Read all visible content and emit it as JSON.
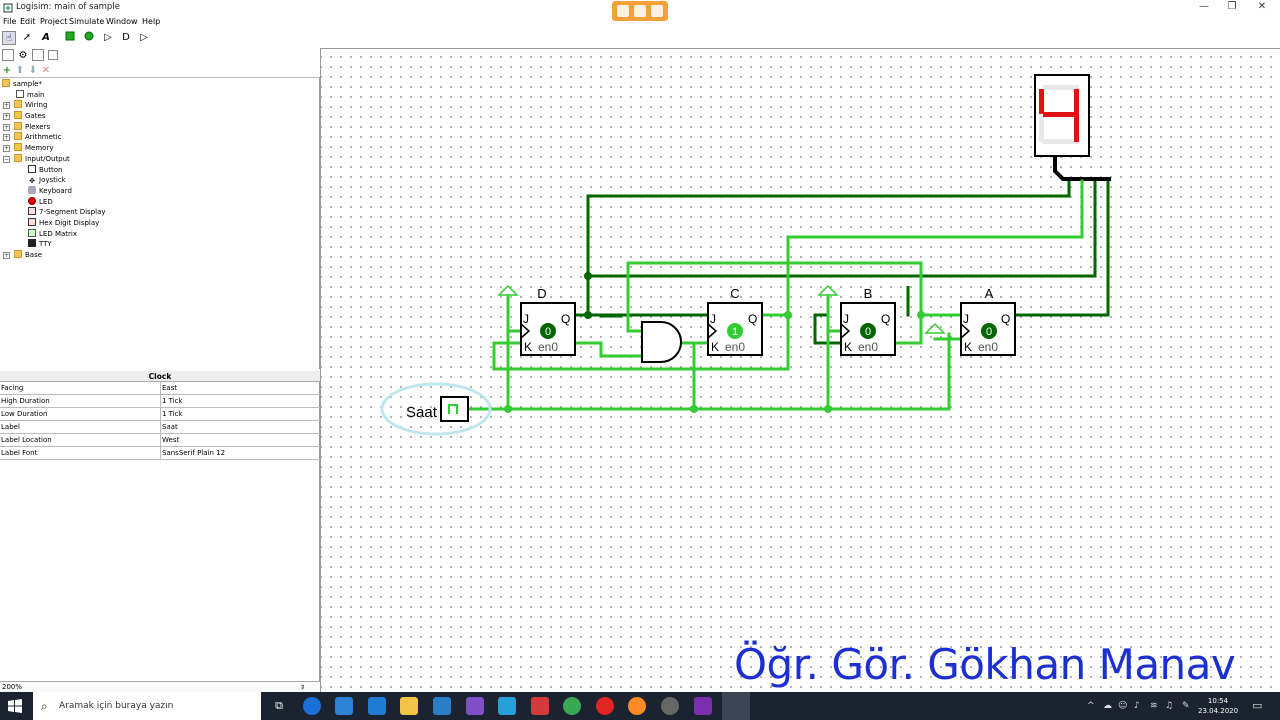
{
  "window": {
    "title": "Logisim: main of sample",
    "minimize": "—",
    "maximize": "❐",
    "close": "✕"
  },
  "menu": [
    "File",
    "Edit",
    "Project",
    "Simulate",
    "Window",
    "Help"
  ],
  "explorer": {
    "project": "sample*",
    "items": [
      {
        "label": "main",
        "icon": "circuit-icon"
      },
      {
        "label": "Wiring",
        "icon": "folder-icon"
      },
      {
        "label": "Gates",
        "icon": "folder-icon"
      },
      {
        "label": "Plexers",
        "icon": "folder-icon"
      },
      {
        "label": "Arithmetic",
        "icon": "folder-icon"
      },
      {
        "label": "Memory",
        "icon": "folder-icon"
      },
      {
        "label": "Input/Output",
        "icon": "folder-icon"
      },
      {
        "label": "Button",
        "icon": "button-icon"
      },
      {
        "label": "Joystick",
        "icon": "joystick-icon"
      },
      {
        "label": "Keyboard",
        "icon": "keyboard-icon"
      },
      {
        "label": "LED",
        "icon": "led-icon"
      },
      {
        "label": "7-Segment Display",
        "icon": "seven-segment-icon"
      },
      {
        "label": "Hex Digit Display",
        "icon": "hex-display-icon"
      },
      {
        "label": "LED Matrix",
        "icon": "led-matrix-icon"
      },
      {
        "label": "TTY",
        "icon": "tty-icon"
      },
      {
        "label": "Base",
        "icon": "folder-icon"
      }
    ]
  },
  "attributes": {
    "header": "Clock",
    "rows": [
      {
        "key": "Facing",
        "value": "East"
      },
      {
        "key": "High Duration",
        "value": "1 Tick"
      },
      {
        "key": "Low Duration",
        "value": "1 Tick"
      },
      {
        "key": "Label",
        "value": "Saat"
      },
      {
        "key": "Label Location",
        "value": "West"
      },
      {
        "key": "Label Font",
        "value": "SansSerif Plain 12"
      }
    ]
  },
  "zoom": "200%",
  "circuit": {
    "clock_label": "Saat",
    "flipflops": [
      {
        "name": "D",
        "state": "0",
        "j": "J",
        "k": "K",
        "q": "Q",
        "en": "en0"
      },
      {
        "name": "C",
        "state": "1",
        "j": "J",
        "k": "K",
        "q": "Q",
        "en": "en0"
      },
      {
        "name": "B",
        "state": "0",
        "j": "J",
        "k": "K",
        "q": "Q",
        "en": "en0"
      },
      {
        "name": "A",
        "state": "0",
        "j": "J",
        "k": "K",
        "q": "Q",
        "en": "en0"
      }
    ],
    "hex_display_value": "4",
    "wire_color_on": "#33cc33",
    "wire_color_off": "#006600",
    "display_color": "#e01010"
  },
  "watermark": "Öğr. Gör. Gökhan Manav",
  "taskbar": {
    "search_placeholder": "Aramak için buraya yazın",
    "time": "10:54",
    "date": "23.04.2020"
  }
}
